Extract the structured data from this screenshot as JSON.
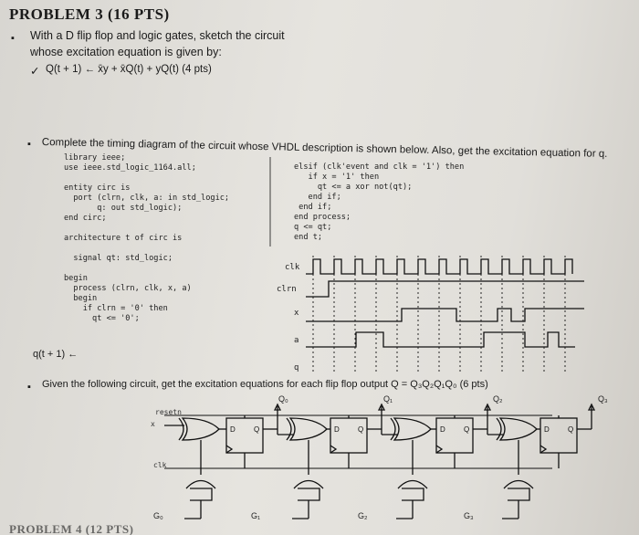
{
  "header": {
    "title": "PROBLEM 3 (16 PTS)",
    "corner_fragment": "..."
  },
  "part1": {
    "bullet": "▪",
    "line1": "With a D flip flop and logic gates, sketch the circuit",
    "line2": "whose excitation equation is given by:",
    "check": "✓",
    "equation": "Q(t + 1) ← x̄y + x̄Q(t) + yQ(t) (4 pts)"
  },
  "part2": {
    "bullet": "▪",
    "text": "Complete the timing diagram of the circuit whose VHDL description is shown below. Also, get the excitation equation for q.",
    "code_left": [
      "library ieee;",
      "use ieee.std_logic_1164.all;",
      "",
      "entity circ is",
      "  port (clrn, clk, a: in std_logic;",
      "       q: out std_logic);",
      "end circ;",
      "",
      "architecture t of circ is",
      "",
      "  signal qt: std_logic;",
      "",
      "begin",
      "  process (clrn, clk, x, a)",
      "  begin",
      "    if clrn = '0' then",
      "      qt <= '0';"
    ],
    "code_right": [
      "elsif (clk'event and clk = '1') then",
      "   if x = '1' then",
      "     qt <= a xor not(qt);",
      "   end if;",
      " end if;",
      "end process;",
      "q <= qt;",
      "end t;"
    ],
    "signals": {
      "clk": "clk",
      "clrn": "clrn",
      "x": "x",
      "a": "a",
      "q": "q"
    },
    "answer_prompt": "q(t + 1) ←"
  },
  "part3": {
    "bullet": "▪",
    "text": "Given the following circuit, get the excitation equations for each flip flop output Q = Q₃Q₂Q₁Q₀ (6 pts)",
    "resetn": "resetn",
    "x": "x",
    "clk": "clk",
    "q_labels": [
      "Q₀",
      "Q₁",
      "Q₂",
      "Q₃"
    ],
    "g_labels": [
      "G₀",
      "G₁",
      "G₂",
      "G₃"
    ],
    "d_label": "D",
    "q_pin": "Q"
  },
  "footer": {
    "fragment": "PROBLEM 4 (12 PTS)"
  }
}
